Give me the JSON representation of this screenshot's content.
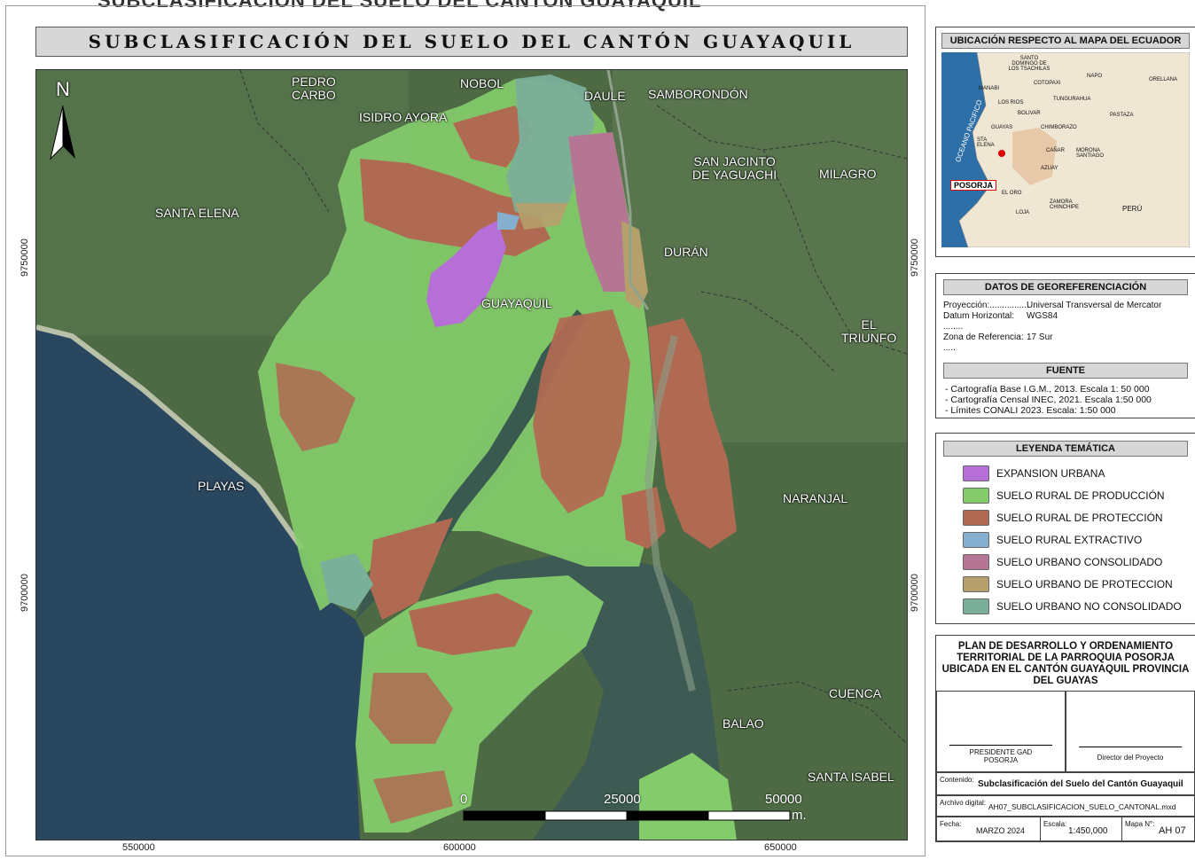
{
  "top_title_cut": "SUBCLASIFICACIÓN DEL SUELO DEL CANTÓN GUAYAQUIL",
  "title": "SUBCLASIFICACIÓN DEL SUELO DEL CANTÓN GUAYAQUIL",
  "north": "N",
  "places": {
    "pedro_carbo": "PEDRO\nCARBO",
    "nobol": "NOBOL",
    "daule": "DAULE",
    "samborondon": "SAMBORONDÓN",
    "isidro_ayora": "ISIDRO AYORA",
    "san_jacinto": "SAN JACINTO\nDE YAGUACHI",
    "milagro": "MILAGRO",
    "santa_elena": "SANTA ELENA",
    "duran": "DURÁN",
    "guayaquil": "GUAYAQUIL",
    "el_triunfo": "EL\nTRIUNFO",
    "playas": "PLAYAS",
    "naranjal": "NARANJAL",
    "cuenca": "CUENCA",
    "balao": "BALAO",
    "santa_isabel": "SANTA ISABEL"
  },
  "coords": {
    "y1": "9750000",
    "y2": "9700000",
    "x1": "550000",
    "x2": "600000",
    "x3": "650000"
  },
  "scale_bar": {
    "l0": "0",
    "l1": "25000",
    "l2": "50000",
    "unit": "m."
  },
  "location_map": {
    "title": "UBICACIÓN RESPECTO AL MAPA DEL ECUADOR",
    "ocean": "OCEANO PACIFICO",
    "provinces": [
      "SANTO DOMINGO DE LOS TSACHILAS",
      "NAPO",
      "ORELLANA",
      "MANABI",
      "COTOPAXI",
      "LOS RIOS",
      "TUNGURAHUA",
      "BOLIVAR",
      "PASTAZA",
      "GUAYAS",
      "CHIMBORAZO",
      "STA ELENA",
      "CAÑAR",
      "MORONA SANTIAGO",
      "AZUAY",
      "EL ORO",
      "ZAMORA CHINCHIPE",
      "LOJA",
      "PERÚ"
    ],
    "marker_label": "POSORJA"
  },
  "georef": {
    "title": "DATOS DE GEOREFERENCIACIÓN",
    "rows": [
      {
        "k": "Proyección:................",
        "v": "Universal Transversal de Mercator"
      },
      {
        "k": "Datum Horizontal: ........",
        "v": "WGS84"
      },
      {
        "k": "Zona de Referencia: .....",
        "v": "17 Sur"
      }
    ],
    "source_title": "FUENTE",
    "sources": [
      "- Cartografía Base I.G.M., 2013. Escala 1: 50 000",
      "- Cartografía Censal INEC, 2021. Escala 1:50 000",
      "- Límites CONALI 2023. Escala: 1:50 000"
    ]
  },
  "legend": {
    "title": "LEYENDA TEMÁTICA",
    "items": [
      {
        "label": "EXPANSION URBANA",
        "color": "#b56fd6"
      },
      {
        "label": "SUELO RURAL DE PRODUCCIÓN",
        "color": "#84cc6b"
      },
      {
        "label": "SUELO RURAL DE PROTECCIÓN",
        "color": "#b06a52"
      },
      {
        "label": "SUELO RURAL EXTRACTIVO",
        "color": "#86aecf"
      },
      {
        "label": "SUELO URBANO CONSOLIDADO",
        "color": "#b57694"
      },
      {
        "label": "SUELO URBANO DE PROTECCION",
        "color": "#b5a06c"
      },
      {
        "label": "SUELO URBANO NO CONSOLIDADO",
        "color": "#7aaf9a"
      }
    ]
  },
  "info": {
    "plan_title": "PLAN DE DESARROLLO Y ORDENAMIENTO TERRITORIAL DE LA PARROQUIA POSORJA UBICADA EN EL CANTÓN GUAYAQUIL PROVINCIA DEL GUAYAS",
    "sig_left": "PRESIDENTE GAD\nPOSORJA",
    "sig_right": "Director del Proyecto",
    "contenido_label": "Contenido:",
    "contenido": "Subclasificación del Suelo del Cantón Guayaquil",
    "archivo_label": "Archivo digital:",
    "archivo": "AH07_SUBCLASIFICACION_SUELO_CANTONAL.mxd",
    "fecha_label": "Fecha:",
    "fecha": "MARZO 2024",
    "escala_label": "Escala:",
    "escala": "1:450,000",
    "mapa_label": "Mapa N°:",
    "mapa": "AH 07"
  }
}
